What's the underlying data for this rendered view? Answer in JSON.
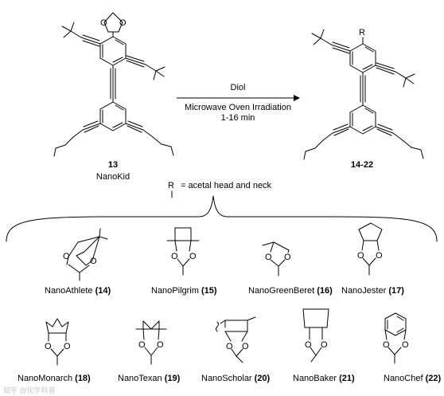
{
  "reaction": {
    "reagent": "Diol",
    "condition": "Microwave Oven Irradiation",
    "time": "1-16 min",
    "reactant_number": "13",
    "reactant_name": "NanoKid",
    "product_numbers": "14-22",
    "r_symbol": "R",
    "r_definition": "= acetal head and neck"
  },
  "variants": [
    {
      "name": "NanoAthlete",
      "number": "(14)"
    },
    {
      "name": "NanoPilgrim",
      "number": "(15)"
    },
    {
      "name": "NanoGreenBeret",
      "number": "(16)"
    },
    {
      "name": "NanoJester",
      "number": "(17)"
    },
    {
      "name": "NanoMonarch",
      "number": "(18)"
    },
    {
      "name": "NanoTexan",
      "number": "(19)"
    },
    {
      "name": "NanoScholar",
      "number": "(20)"
    },
    {
      "name": "NanoBaker",
      "number": "(21)"
    },
    {
      "name": "NanoChef",
      "number": "(22)"
    }
  ],
  "atom_labels": {
    "oxygen": "O"
  },
  "watermark": "知乎 @化学科普"
}
